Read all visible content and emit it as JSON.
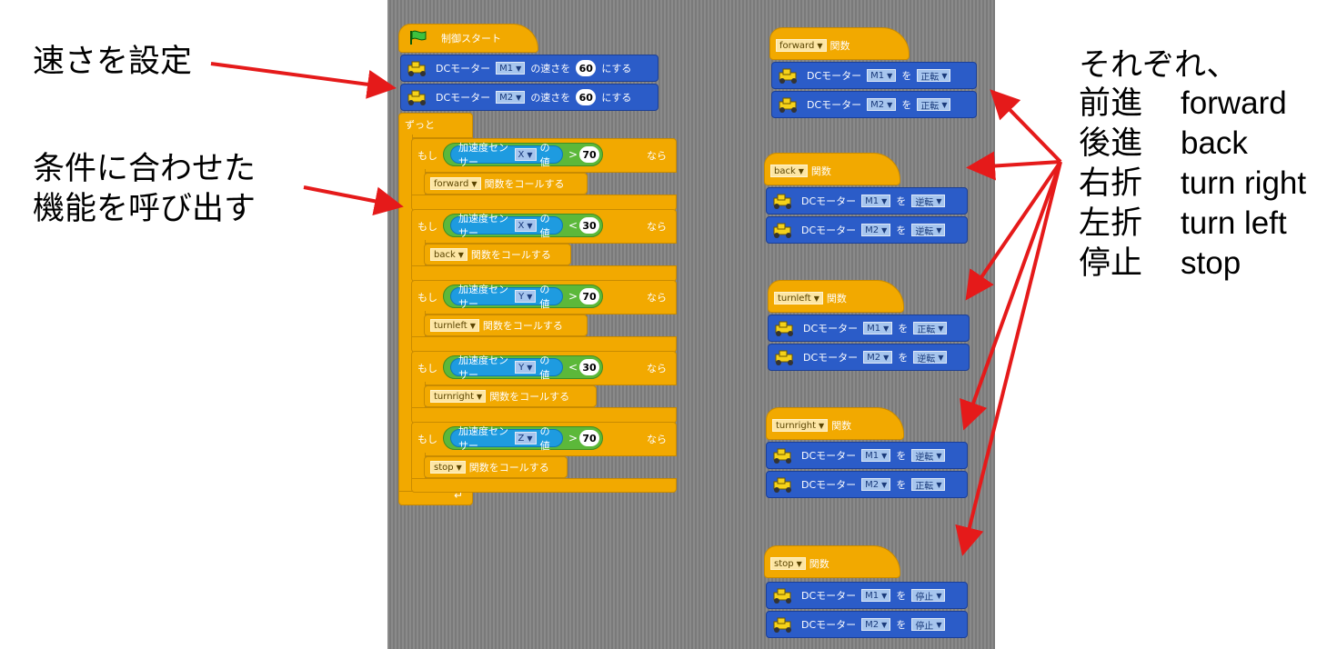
{
  "annotations": {
    "speed": "速さを設定",
    "call_line1": "条件に合わせた",
    "call_line2": "機能を呼び出す"
  },
  "legend": {
    "title": "それぞれ、",
    "rows": [
      {
        "jp": "前進",
        "en": "forward"
      },
      {
        "jp": "後進",
        "en": "back"
      },
      {
        "jp": "右折",
        "en": "turn right"
      },
      {
        "jp": "左折",
        "en": "turn left"
      },
      {
        "jp": "停止",
        "en": "stop"
      }
    ]
  },
  "main_script": {
    "hat_label": "制御スタート",
    "set_speed": [
      {
        "prefix": "DCモーター",
        "motor": "M1",
        "mid": "の速さを",
        "value": "60",
        "suffix": "にする"
      },
      {
        "prefix": "DCモーター",
        "motor": "M2",
        "mid": "の速さを",
        "value": "60",
        "suffix": "にする"
      }
    ],
    "forever_label": "ずっと",
    "if_label": "もし",
    "then_label": "なら",
    "sensor_label": "加速度センサー",
    "value_suffix": "の値",
    "call_suffix": "関数をコールする",
    "conditions": [
      {
        "axis": "X",
        "op": ">",
        "value": "70",
        "func": "forward"
      },
      {
        "axis": "X",
        "op": "<",
        "value": "30",
        "func": "back"
      },
      {
        "axis": "Y",
        "op": ">",
        "value": "70",
        "func": "turnleft"
      },
      {
        "axis": "Y",
        "op": "<",
        "value": "30",
        "func": "turnright"
      },
      {
        "axis": "Z",
        "op": ">",
        "value": "70",
        "func": "stop"
      }
    ]
  },
  "functions": {
    "func_suffix": "関数",
    "motor_prefix": "DCモーター",
    "wo": "を",
    "defs": [
      {
        "name": "forward",
        "m1": "M1",
        "a1": "正転",
        "m2": "M2",
        "a2": "正転"
      },
      {
        "name": "back",
        "m1": "M1",
        "a1": "逆転",
        "m2": "M2",
        "a2": "逆転"
      },
      {
        "name": "turnleft",
        "m1": "M1",
        "a1": "正転",
        "m2": "M2",
        "a2": "逆転"
      },
      {
        "name": "turnright",
        "m1": "M1",
        "a1": "逆転",
        "m2": "M2",
        "a2": "正転"
      },
      {
        "name": "stop",
        "m1": "M1",
        "a1": "停止",
        "m2": "M2",
        "a2": "停止"
      }
    ]
  },
  "colors": {
    "control": "#f2a900",
    "motor": "#2b5cc8",
    "sensor": "#1e9be0",
    "operator": "#5cb83a",
    "arrow": "#e51a1a"
  }
}
